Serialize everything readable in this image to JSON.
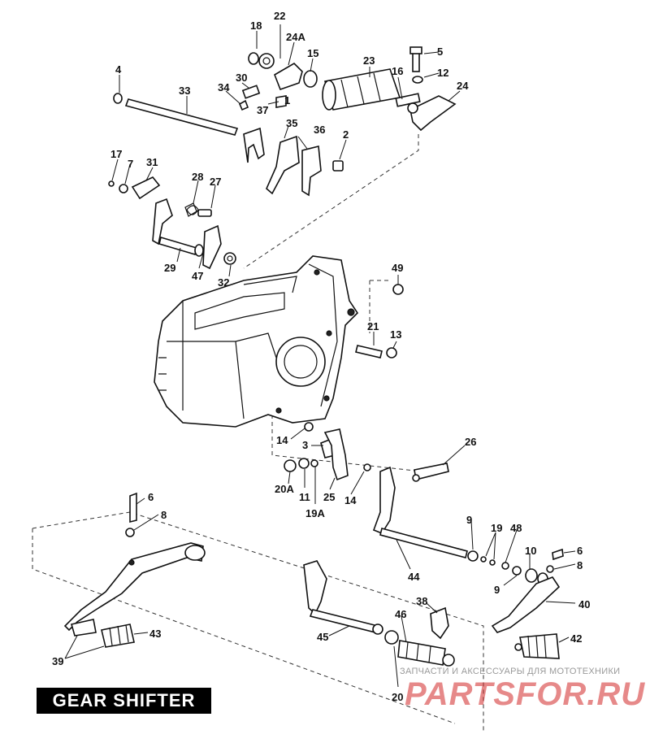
{
  "title": "GEAR SHIFTER",
  "watermark": {
    "caption": "ЗАПЧАСТИ И АКСЕССУАРЫ ДЛЯ МОТОТЕХНИКИ",
    "logo": "PARTSFOR.RU"
  },
  "colors": {
    "ink": "#111111",
    "title_bg": "#000000",
    "title_fg": "#ffffff",
    "watermark": "#d22828"
  },
  "callouts": [
    "18",
    "22",
    "24A",
    "15",
    "5",
    "23",
    "12",
    "16",
    "24",
    "4",
    "33",
    "34",
    "30",
    "37",
    "1",
    "35",
    "36",
    "2",
    "17",
    "7",
    "31",
    "28",
    "27",
    "29",
    "47",
    "32",
    "49",
    "21",
    "13",
    "14",
    "3",
    "26",
    "20A",
    "11",
    "25",
    "19A",
    "6",
    "8",
    "9",
    "19",
    "48",
    "10",
    "44",
    "40",
    "38",
    "46",
    "45",
    "42",
    "43",
    "39",
    "20"
  ]
}
